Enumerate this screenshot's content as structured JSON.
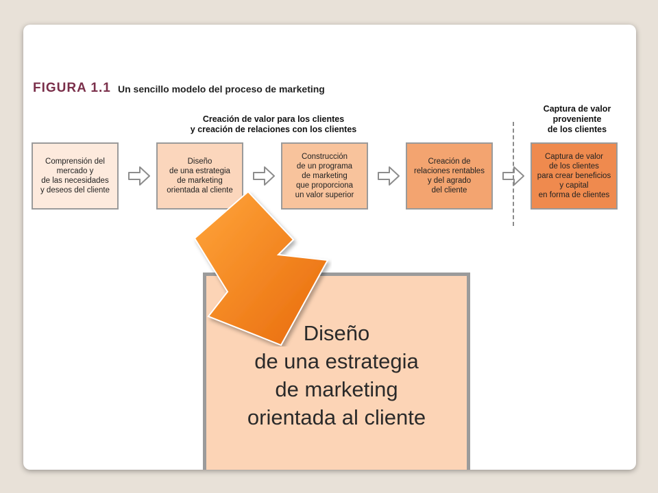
{
  "figure": {
    "number": "FIGURA 1.1",
    "title": "Un sencillo modelo del proceso de marketing"
  },
  "headings": {
    "center": "Creación de valor para los clientes\ny creación de relaciones con los clientes",
    "right": "Captura de valor\nproveniente\nde los clientes"
  },
  "steps": [
    {
      "label": "Comprensión del\nmercado y\nde las necesidades\ny deseos del cliente",
      "color": "#fdeadd"
    },
    {
      "label": "Diseño\nde una estrategia\nde marketing\norientada al cliente",
      "color": "#fbd6bc"
    },
    {
      "label": "Construcción\nde un programa\nde marketing\nque proporciona\nun valor superior",
      "color": "#f8c39c"
    },
    {
      "label": "Creación de\nrelaciones rentables\ny  del agrado\ndel cliente",
      "color": "#f3a470"
    },
    {
      "label": "Captura de valor\nde los clientes\npara crear beneficios\ny capital\nen forma de clientes",
      "color": "#ef8a4e"
    }
  ],
  "zoom": {
    "label": "Diseño\nde una estrategia\nde marketing\norientada al cliente"
  },
  "icons": {
    "flow_arrow": "arrow-right-outline-icon",
    "highlight_arrow": "arrow-down-left-icon"
  }
}
